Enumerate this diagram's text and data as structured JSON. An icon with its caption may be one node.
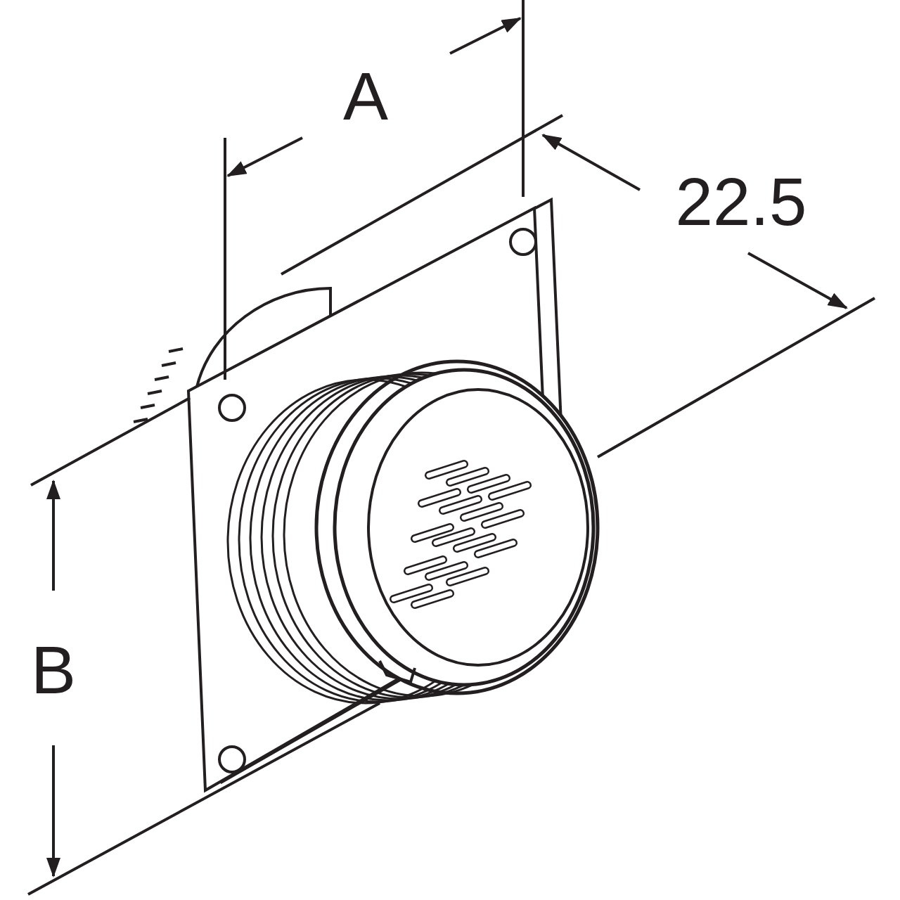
{
  "diagram": {
    "labels": [
      "A",
      "22.5",
      "B"
    ]
  }
}
